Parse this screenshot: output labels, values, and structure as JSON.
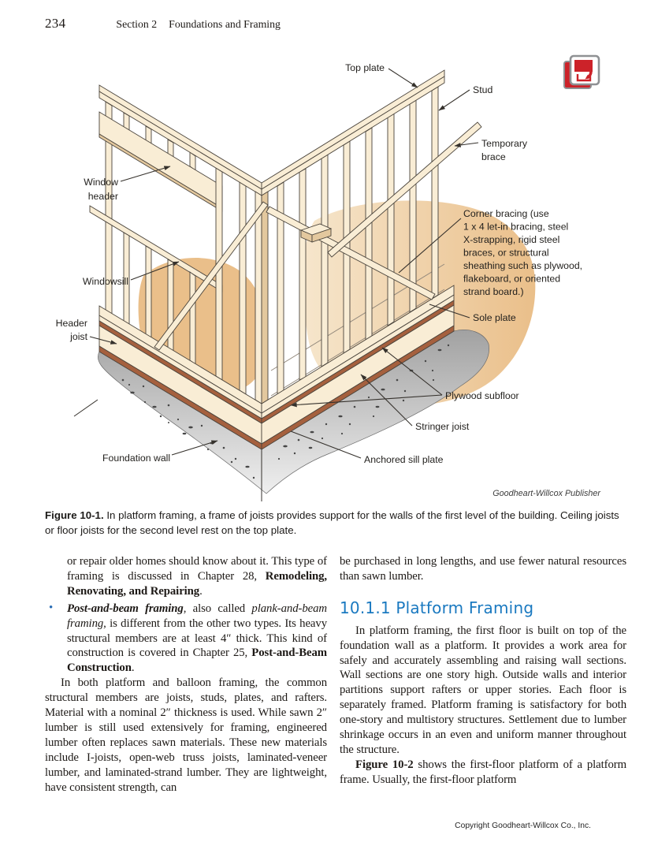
{
  "theme": {
    "ink": "#1d1916",
    "label-ink": "#211f1c",
    "leader": "#35312c",
    "heading-blue": "#1a79c0",
    "bullet-blue": "#2a6db5",
    "wood-face": "#f9edd5",
    "wood-side": "#e3c89e",
    "wood-line": "#4a443c",
    "brown-band": "#a5603e",
    "blob-tan": "#eabf8a",
    "blob-light": "#f6e6cc",
    "concrete-dark": "#a2a2a2",
    "concrete-light": "#f2f2f2",
    "logo-red": "#cc2229",
    "logo-gray": "#8f9194"
  },
  "page": {
    "number": "234",
    "section_label": "Section 2",
    "section_title": "Foundations and Framing",
    "footer": "Copyright Goodheart-Willcox Co., Inc."
  },
  "figure": {
    "credit": "Goodheart-Willcox Publisher",
    "caption": {
      "label": "Figure 10-1.",
      "text": " In platform framing, a frame of joists provides support for the walls of the first level of the building. Ceiling joists or floor joists for the second level rest on the top plate."
    },
    "labels": {
      "top_plate": "Top plate",
      "stud": "Stud",
      "temporary_brace": [
        "Temporary",
        "brace"
      ],
      "window_header": [
        "Window",
        "header"
      ],
      "corner_bracing": [
        "Corner bracing (use",
        "1 x 4 let-in bracing, steel",
        "X-strapping, rigid steel",
        "braces, or structural",
        "sheathing such as plywood,",
        "flakeboard, or oriented",
        "strand board.)"
      ],
      "windowsill": "Windowsill",
      "sole_plate": "Sole plate",
      "header_joist": [
        "Header",
        "joist"
      ],
      "plywood_subfloor": "Plywood subfloor",
      "stringer_joist": "Stringer joist",
      "anchored_sill_plate": "Anchored sill plate",
      "foundation_wall": "Foundation wall"
    }
  },
  "article": {
    "left": {
      "bullet_glyph": "•",
      "p1": {
        "runs": [
          "or repair older homes should know about it. This type of framing is discussed in Chapter 28, ",
          "Remodeling, Renovating, and Repairing",
          "."
        ]
      },
      "item": {
        "runs": [
          "Post-and-beam framing",
          ", also called ",
          "plank-and-beam framing",
          ", is different from the other two types. Its heavy structural members are at least 4″ thick. This kind of construction is covered in Chapter 25, ",
          "Post-and-Beam Construction",
          "."
        ]
      },
      "p2": "In both platform and balloon framing, the common structural members are joists, studs, plates, and rafters. Material with a nominal 2″ thickness is used. While sawn 2″ lumber is still used extensively for framing, engineered lumber often replaces sawn materials. These new materials include I-joists, open-web truss joists, laminated-veneer lumber, and laminated-strand lumber. They are lightweight, have consistent strength, can"
    },
    "right": {
      "p1": "be purchased in long lengths, and use fewer natural resources than sawn lumber.",
      "heading": "10.1.1 Platform Framing",
      "p2": "In platform framing, the first floor is built on top of the foundation wall as a platform. It provides a work area for safely and accurately assembling and raising wall sections. Wall sections are one story high. Outside walls and interior partitions support rafters or upper stories. Each floor is separately framed. Platform framing is satisfactory for both one-story and multistory structures. Settlement due to lumber shrinkage occurs in an even and uniform manner throughout the structure.",
      "p3": {
        "runs": [
          "Figure 10-2",
          " shows the first-floor platform of a platform frame. Usually, the first-floor platform"
        ]
      }
    }
  }
}
